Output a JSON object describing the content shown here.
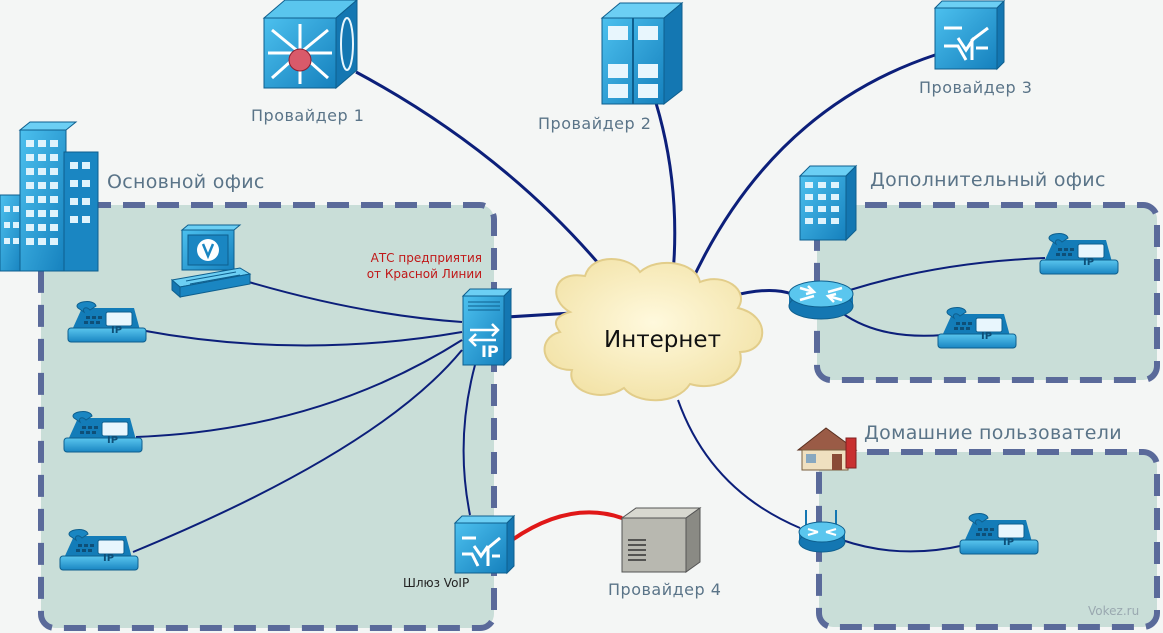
{
  "labels": {
    "provider1": "Провайдер 1",
    "provider2": "Провайдер 2",
    "provider3": "Провайдер 3",
    "provider4": "Провайдер 4",
    "main_office": "Основной офис",
    "branch_office": "Дополнительный офис",
    "home_users": "Домашние пользователи",
    "internet": "Интернет",
    "pbx_line1": "АТС предприятия",
    "pbx_line2": "от Красной Линии",
    "voip_gateway": "Шлюз VoIP",
    "phone_badge": "IP",
    "pbx_badge": "IP",
    "watermark": "Vokez.ru"
  },
  "colors": {
    "zone_fill": "#c9ded8",
    "zone_border": "#5a6a9a",
    "link_blue": "#0c1f7a",
    "link_red": "#e01818",
    "device_blue": "#1890c8",
    "device_light": "#3fb3e4"
  },
  "icons": [
    "router-icon",
    "server-icon",
    "multilayer-switch-icon",
    "building-icon",
    "workstation-icon",
    "ip-phone-icon",
    "ip-pbx-icon",
    "voip-gateway-icon",
    "wireless-router-icon",
    "house-icon",
    "pstn-switch-icon",
    "cloud-icon"
  ]
}
